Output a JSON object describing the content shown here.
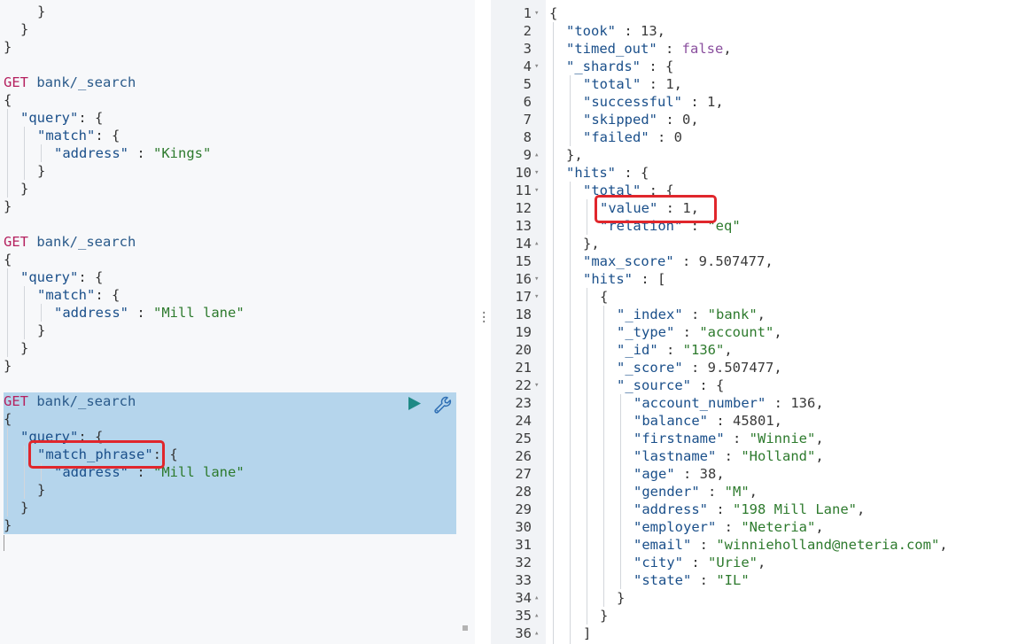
{
  "request_editor": {
    "lines": [
      {
        "kind": "brace",
        "text": "}",
        "indent": 2
      },
      {
        "kind": "brace",
        "text": "}",
        "indent": 1
      },
      {
        "kind": "brace",
        "text": "}",
        "indent": 0
      },
      {
        "kind": "blank"
      },
      {
        "kind": "request",
        "method": "GET",
        "path": "bank/_search"
      },
      {
        "kind": "brace",
        "text": "{",
        "indent": 0
      },
      {
        "kind": "open",
        "key": "\"query\"",
        "sep": ": {",
        "indent": 1
      },
      {
        "kind": "open",
        "key": "\"match\"",
        "sep": ": {",
        "indent": 2
      },
      {
        "kind": "kv",
        "key": "\"address\"",
        "sep": " : ",
        "value": "\"Kings\"",
        "indent": 3
      },
      {
        "kind": "brace",
        "text": "}",
        "indent": 2
      },
      {
        "kind": "brace",
        "text": "}",
        "indent": 1
      },
      {
        "kind": "brace",
        "text": "}",
        "indent": 0
      },
      {
        "kind": "blank"
      },
      {
        "kind": "request",
        "method": "GET",
        "path": "bank/_search"
      },
      {
        "kind": "brace",
        "text": "{",
        "indent": 0
      },
      {
        "kind": "open",
        "key": "\"query\"",
        "sep": ": {",
        "indent": 1
      },
      {
        "kind": "open",
        "key": "\"match\"",
        "sep": ": {",
        "indent": 2
      },
      {
        "kind": "kv",
        "key": "\"address\"",
        "sep": " : ",
        "value": "\"Mill lane\"",
        "indent": 3
      },
      {
        "kind": "brace",
        "text": "}",
        "indent": 2
      },
      {
        "kind": "brace",
        "text": "}",
        "indent": 1
      },
      {
        "kind": "brace",
        "text": "}",
        "indent": 0
      },
      {
        "kind": "blank"
      },
      {
        "kind": "request",
        "method": "GET",
        "path": "bank/_search"
      },
      {
        "kind": "brace",
        "text": "{",
        "indent": 0
      },
      {
        "kind": "open",
        "key": "\"query\"",
        "sep": ": {",
        "indent": 1
      },
      {
        "kind": "open",
        "key": "\"match_phrase\"",
        "sep": ": {",
        "indent": 2
      },
      {
        "kind": "kv",
        "key": "\"address\"",
        "sep": " : ",
        "value": "\"Mill lane\"",
        "indent": 3
      },
      {
        "kind": "brace",
        "text": "}",
        "indent": 2
      },
      {
        "kind": "brace",
        "text": "}",
        "indent": 1
      },
      {
        "kind": "brace",
        "text": "}",
        "indent": 0
      }
    ]
  },
  "response_viewer": {
    "lines": [
      {
        "no": "1",
        "fold": "▾",
        "indent": 0,
        "kind": "brace",
        "text": "{"
      },
      {
        "no": "2",
        "indent": 1,
        "kind": "kv",
        "key": "\"took\"",
        "value": "13",
        "vtype": "n",
        "tail": ","
      },
      {
        "no": "3",
        "indent": 1,
        "kind": "kv",
        "key": "\"timed_out\"",
        "value": "false",
        "vtype": "kw",
        "tail": ","
      },
      {
        "no": "4",
        "fold": "▾",
        "indent": 1,
        "kind": "open",
        "key": "\"_shards\"",
        "open": "{"
      },
      {
        "no": "5",
        "indent": 2,
        "kind": "kv",
        "key": "\"total\"",
        "value": "1",
        "vtype": "n",
        "tail": ","
      },
      {
        "no": "6",
        "indent": 2,
        "kind": "kv",
        "key": "\"successful\"",
        "value": "1",
        "vtype": "n",
        "tail": ","
      },
      {
        "no": "7",
        "indent": 2,
        "kind": "kv",
        "key": "\"skipped\"",
        "value": "0",
        "vtype": "n",
        "tail": ","
      },
      {
        "no": "8",
        "indent": 2,
        "kind": "kv",
        "key": "\"failed\"",
        "value": "0",
        "vtype": "n",
        "tail": ""
      },
      {
        "no": "9",
        "fold": "▴",
        "indent": 1,
        "kind": "brace",
        "text": "},"
      },
      {
        "no": "10",
        "fold": "▾",
        "indent": 1,
        "kind": "open",
        "key": "\"hits\"",
        "open": "{"
      },
      {
        "no": "11",
        "fold": "▾",
        "indent": 2,
        "kind": "open",
        "key": "\"total\"",
        "open": "{"
      },
      {
        "no": "12",
        "indent": 3,
        "kind": "kv",
        "key": "\"value\"",
        "value": "1",
        "vtype": "n",
        "tail": ","
      },
      {
        "no": "13",
        "indent": 3,
        "kind": "kv",
        "key": "\"relation\"",
        "value": "\"eq\"",
        "vtype": "s",
        "tail": ""
      },
      {
        "no": "14",
        "fold": "▴",
        "indent": 2,
        "kind": "brace",
        "text": "},"
      },
      {
        "no": "15",
        "indent": 2,
        "kind": "kv",
        "key": "\"max_score\"",
        "value": "9.507477",
        "vtype": "n",
        "tail": ","
      },
      {
        "no": "16",
        "fold": "▾",
        "indent": 2,
        "kind": "open",
        "key": "\"hits\"",
        "open": "["
      },
      {
        "no": "17",
        "fold": "▾",
        "indent": 3,
        "kind": "brace",
        "text": "{"
      },
      {
        "no": "18",
        "indent": 4,
        "kind": "kv",
        "key": "\"_index\"",
        "value": "\"bank\"",
        "vtype": "s",
        "tail": ","
      },
      {
        "no": "19",
        "indent": 4,
        "kind": "kv",
        "key": "\"_type\"",
        "value": "\"account\"",
        "vtype": "s",
        "tail": ","
      },
      {
        "no": "20",
        "indent": 4,
        "kind": "kv",
        "key": "\"_id\"",
        "value": "\"136\"",
        "vtype": "s",
        "tail": ","
      },
      {
        "no": "21",
        "indent": 4,
        "kind": "kv",
        "key": "\"_score\"",
        "value": "9.507477",
        "vtype": "n",
        "tail": ","
      },
      {
        "no": "22",
        "fold": "▾",
        "indent": 4,
        "kind": "open",
        "key": "\"_source\"",
        "open": "{"
      },
      {
        "no": "23",
        "indent": 5,
        "kind": "kv",
        "key": "\"account_number\"",
        "value": "136",
        "vtype": "n",
        "tail": ","
      },
      {
        "no": "24",
        "indent": 5,
        "kind": "kv",
        "key": "\"balance\"",
        "value": "45801",
        "vtype": "n",
        "tail": ","
      },
      {
        "no": "25",
        "indent": 5,
        "kind": "kv",
        "key": "\"firstname\"",
        "value": "\"Winnie\"",
        "vtype": "s",
        "tail": ","
      },
      {
        "no": "26",
        "indent": 5,
        "kind": "kv",
        "key": "\"lastname\"",
        "value": "\"Holland\"",
        "vtype": "s",
        "tail": ","
      },
      {
        "no": "27",
        "indent": 5,
        "kind": "kv",
        "key": "\"age\"",
        "value": "38",
        "vtype": "n",
        "tail": ","
      },
      {
        "no": "28",
        "indent": 5,
        "kind": "kv",
        "key": "\"gender\"",
        "value": "\"M\"",
        "vtype": "s",
        "tail": ","
      },
      {
        "no": "29",
        "indent": 5,
        "kind": "kv",
        "key": "\"address\"",
        "value": "\"198 Mill Lane\"",
        "vtype": "s",
        "tail": ","
      },
      {
        "no": "30",
        "indent": 5,
        "kind": "kv",
        "key": "\"employer\"",
        "value": "\"Neteria\"",
        "vtype": "s",
        "tail": ","
      },
      {
        "no": "31",
        "indent": 5,
        "kind": "kv",
        "key": "\"email\"",
        "value": "\"winnieholland@neteria.com\"",
        "vtype": "s",
        "tail": ","
      },
      {
        "no": "32",
        "indent": 5,
        "kind": "kv",
        "key": "\"city\"",
        "value": "\"Urie\"",
        "vtype": "s",
        "tail": ","
      },
      {
        "no": "33",
        "indent": 5,
        "kind": "kv",
        "key": "\"state\"",
        "value": "\"IL\"",
        "vtype": "s",
        "tail": ""
      },
      {
        "no": "34",
        "fold": "▴",
        "indent": 4,
        "kind": "brace",
        "text": "}"
      },
      {
        "no": "35",
        "fold": "▴",
        "indent": 3,
        "kind": "brace",
        "text": "}"
      },
      {
        "no": "36",
        "fold": "▴",
        "indent": 2,
        "kind": "brace",
        "text": "]"
      }
    ]
  },
  "icons": {
    "run": "play-icon",
    "settings": "wrench-icon",
    "divider": "vertical-dots-icon"
  },
  "colors": {
    "selection": "#b5d5ec",
    "highlight_box": "#e0262c",
    "method": "#b5215f",
    "key": "#1a4f8a",
    "string": "#2d7a2d",
    "run_button": "#1f8a86"
  }
}
